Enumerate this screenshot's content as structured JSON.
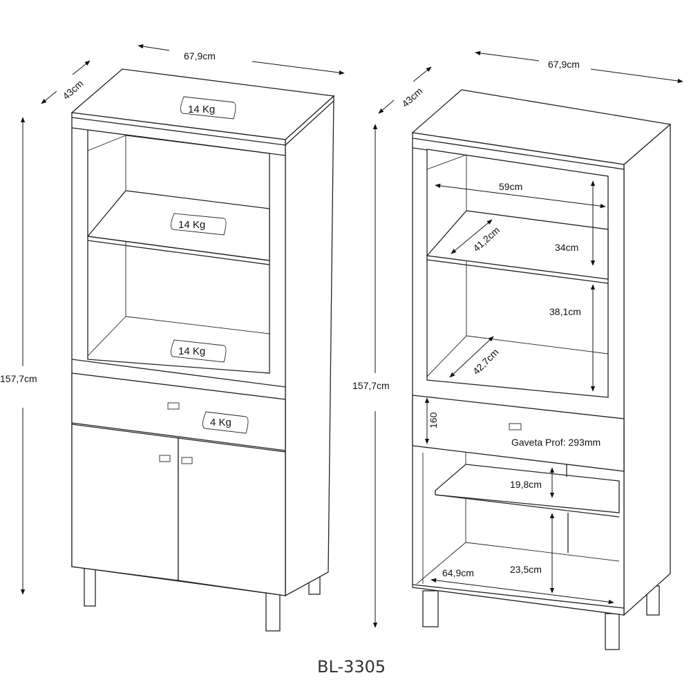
{
  "model": "BL-3305",
  "left_view": {
    "width_label": "67,9cm",
    "depth_label": "43cm",
    "height_label": "157,7cm",
    "load_top": "14 Kg",
    "load_shelf": "14 Kg",
    "load_base": "14 Kg",
    "load_drawer": "4 Kg"
  },
  "right_view": {
    "width_label": "67,9cm",
    "depth_label": "43cm",
    "height_label": "157,7cm",
    "inner_width": "59cm",
    "upper_depth": "41,2cm",
    "upper_height": "34cm",
    "middle_height": "38,1cm",
    "lower_depth": "42,7cm",
    "drawer_height": "160",
    "drawer_depth": "Gaveta Prof: 293mm",
    "shelf_height": "19,8cm",
    "bottom_height": "23,5cm",
    "bottom_width": "64,9cm"
  }
}
